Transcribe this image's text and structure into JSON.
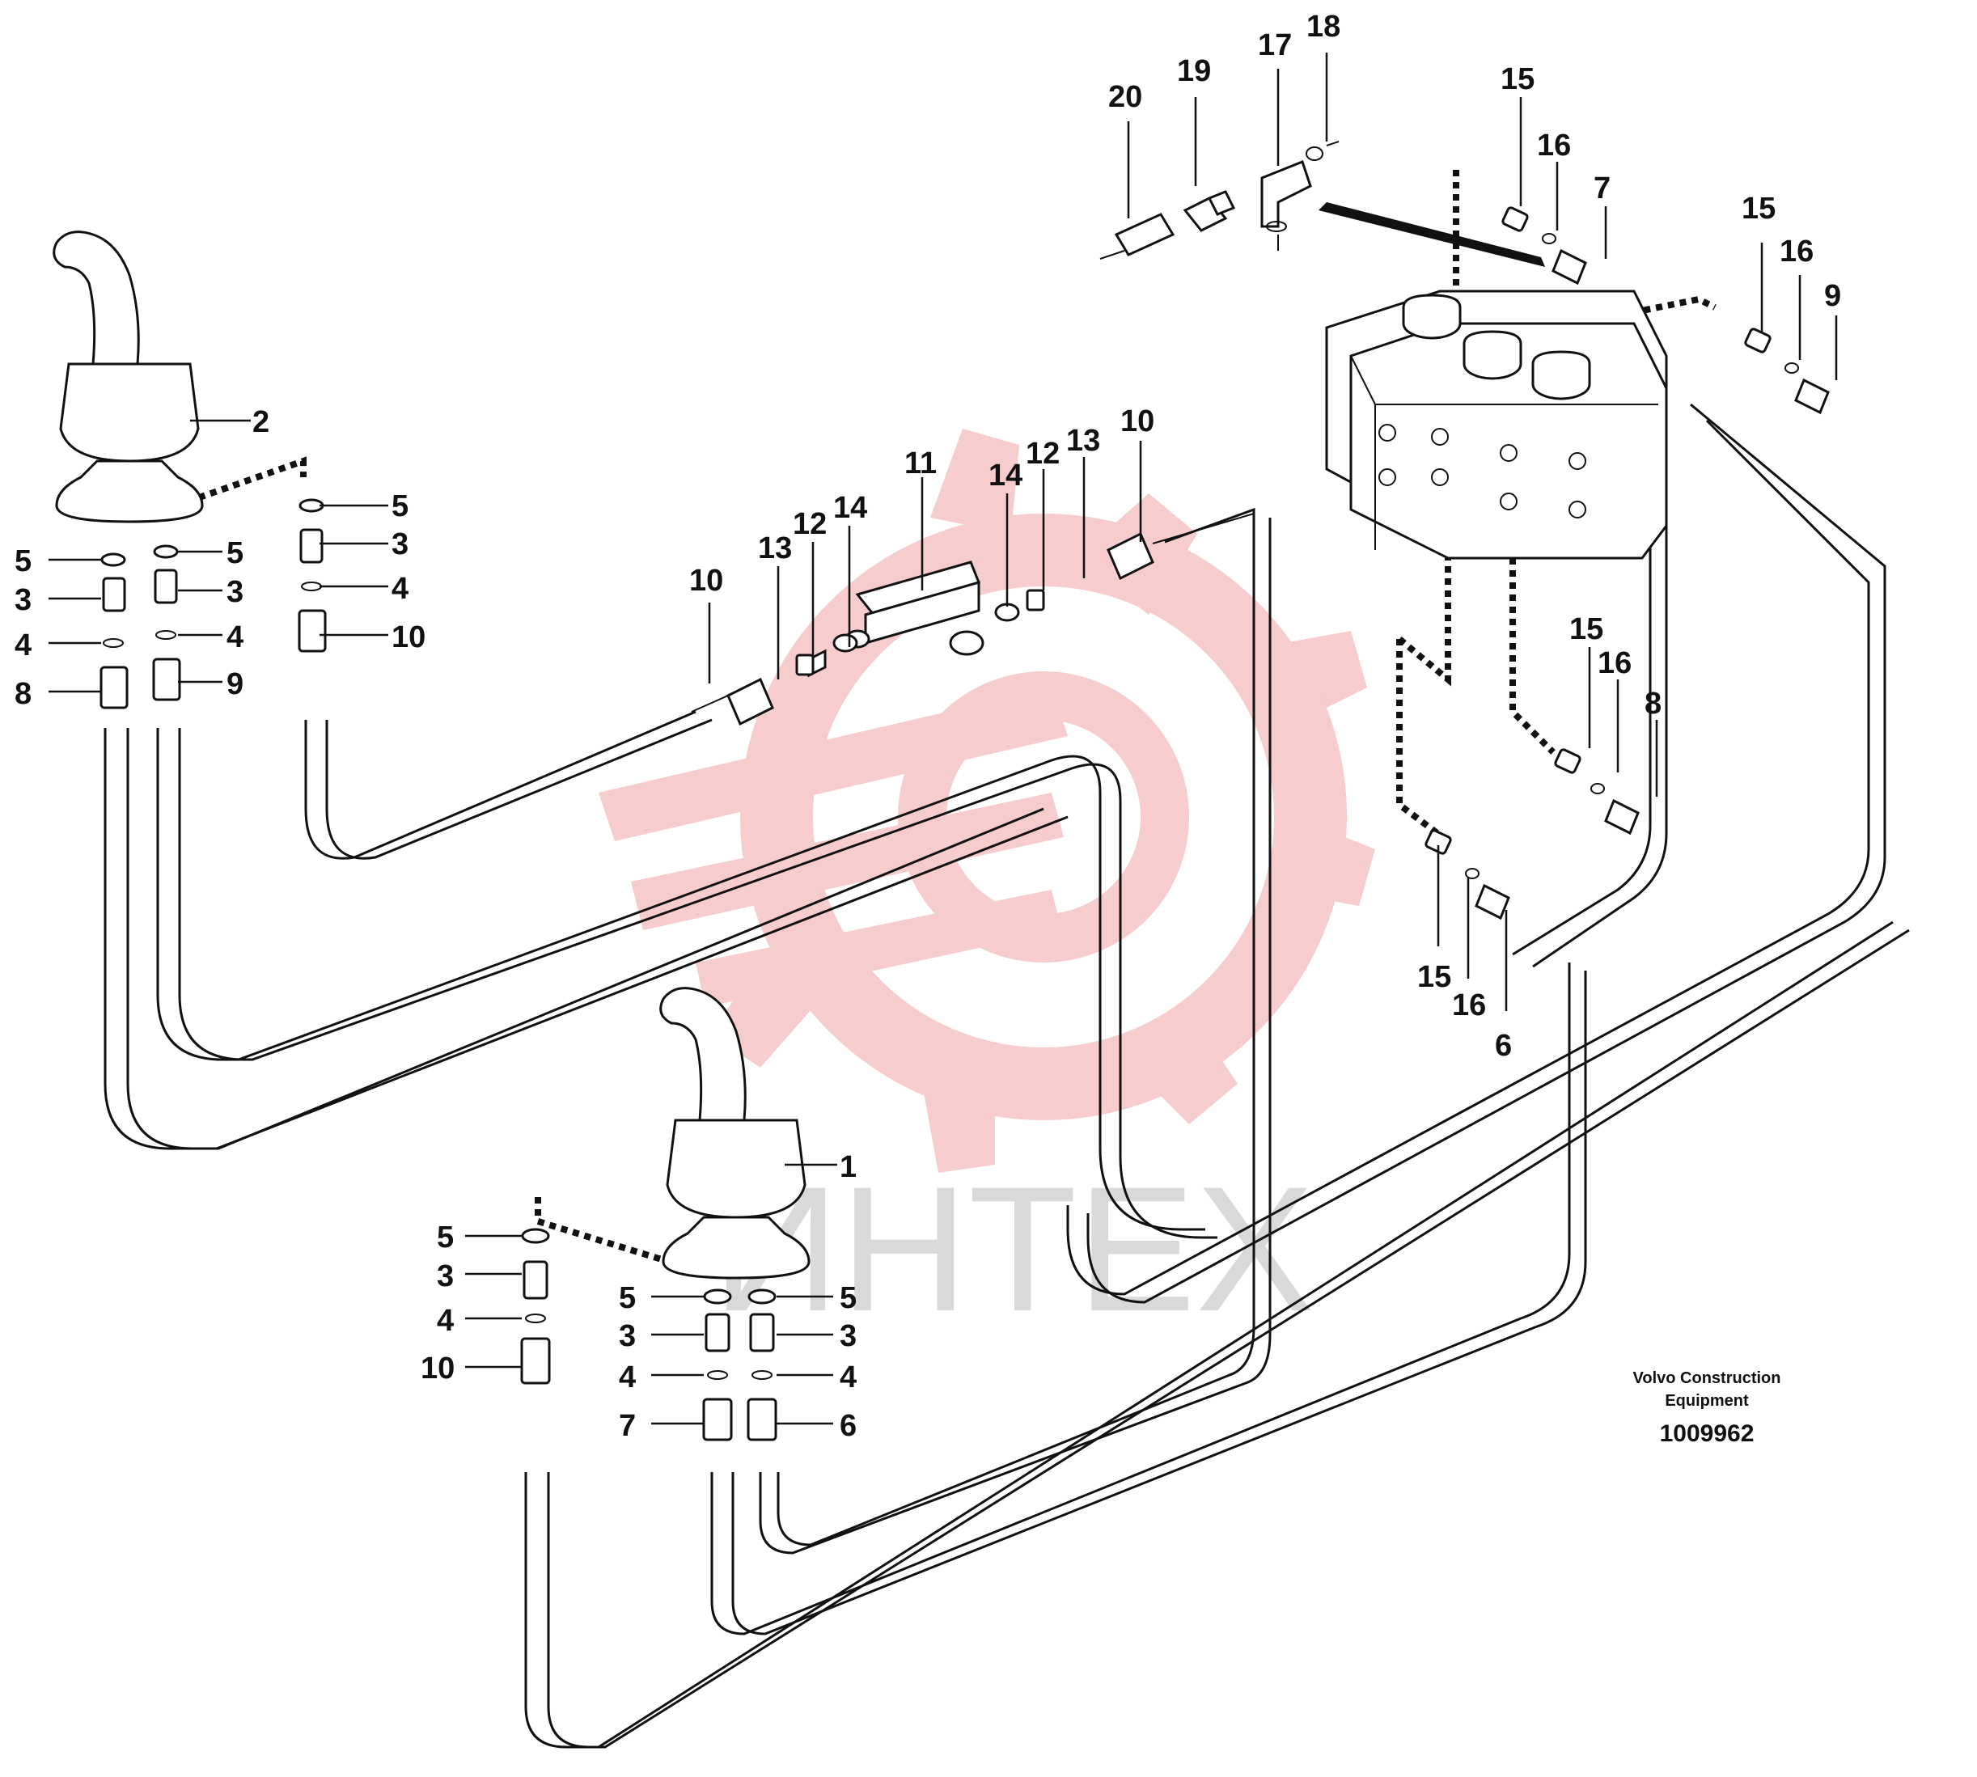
{
  "callouts": {
    "c1": "1",
    "c2": "2",
    "c3a": "3",
    "c3b": "3",
    "c3c": "3",
    "c3d": "3",
    "c3e": "3",
    "c3f": "3",
    "c4a": "4",
    "c4b": "4",
    "c4c": "4",
    "c4d": "4",
    "c4e": "4",
    "c4f": "4",
    "c5a": "5",
    "c5b": "5",
    "c5c": "5",
    "c5d": "5",
    "c5e": "5",
    "c5f": "5",
    "c6a": "6",
    "c6b": "6",
    "c7a": "7",
    "c7b": "7",
    "c8a": "8",
    "c8b": "8",
    "c9a": "9",
    "c9b": "9",
    "c10a": "10",
    "c10b": "10",
    "c10c": "10",
    "c10d": "10",
    "c11": "11",
    "c12a": "12",
    "c12b": "12",
    "c13a": "13",
    "c13b": "13",
    "c14a": "14",
    "c14b": "14",
    "c15a": "15",
    "c15b": "15",
    "c15c": "15",
    "c15d": "15",
    "c16a": "16",
    "c16b": "16",
    "c16c": "16",
    "c16d": "16",
    "c17": "17",
    "c18": "18",
    "c19": "19",
    "c20": "20"
  },
  "credit": {
    "line1": "Volvo Construction",
    "line2": "Equipment",
    "number": "1009962"
  },
  "watermark": {
    "text": "ИНТЕХ",
    "color": "#f4c3c3"
  }
}
